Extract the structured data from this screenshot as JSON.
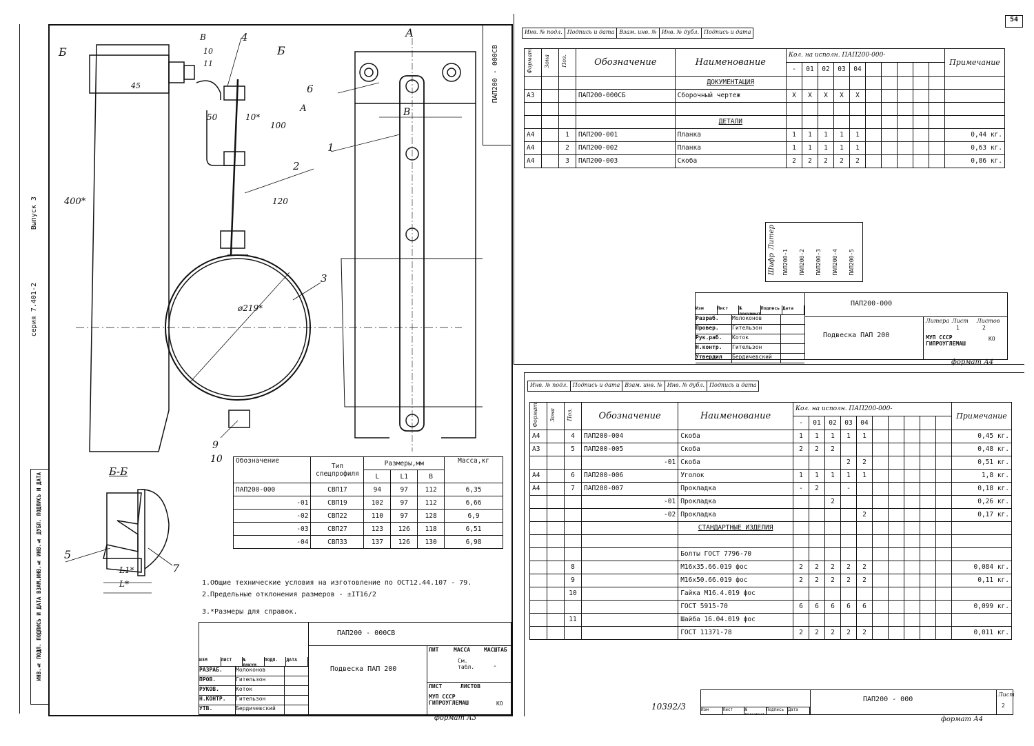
{
  "page_number": "54",
  "left_sheet": {
    "drawing_code": "ПАП200 - 000СВ",
    "series_label": "серия 7.401-2",
    "issue_label": "Выпуск 3",
    "section_label": "Б-Б",
    "view_label_b": "Б",
    "view_label_a": "А",
    "arrow_a": "А",
    "label_b_small": "В",
    "dim_labels": [
      "10",
      "11",
      "45",
      "50",
      "10*",
      "100",
      "400*",
      "120",
      "ø219*",
      "L*",
      "L1*"
    ],
    "callouts": [
      "1",
      "2",
      "3",
      "4",
      "5",
      "6",
      "7",
      "9",
      "10"
    ],
    "size_table": {
      "headers": [
        "Обозначение",
        "Тип спецпрофиля",
        "Размеры,мм",
        "Масса,кг"
      ],
      "sub_headers": [
        "L",
        "L1",
        "В"
      ],
      "rows": [
        [
          "ПАП200-000",
          "СВП17",
          "94",
          "97",
          "112",
          "6,35"
        ],
        [
          "-01",
          "СВП19",
          "102",
          "97",
          "112",
          "6,66"
        ],
        [
          "-02",
          "СВП22",
          "110",
          "97",
          "128",
          "6,9"
        ],
        [
          "-03",
          "СВП27",
          "123",
          "126",
          "118",
          "6,51"
        ],
        [
          "-04",
          "СВП33",
          "137",
          "126",
          "130",
          "6,98"
        ]
      ]
    },
    "notes": [
      "1.Общие технические условия на изготовление по ОСТ12.44.107 - 79.",
      "2.Предельные отклонения размеров - ±IT16/2",
      "3.*Размеры для справок."
    ],
    "stamp": {
      "code": "ПАП200 - 000СВ",
      "title": "Подвеска ПАП 200",
      "mass_label": "МАССА",
      "scale_label": "МАСШТАБ",
      "lit_label": "ЛИТ",
      "see_table": "См. табл.",
      "dash": "-",
      "sheet_label": "ЛИСТ",
      "sheets_label": "ЛИСТОВ",
      "org": "МУП СССР ГИПРОУГЛЕМАШ",
      "org_code": "КО",
      "roles": [
        "РАЗРАБ.",
        "ПРОВ.",
        "РУКОВ.",
        "Н.КОНТР.",
        "УТВ."
      ],
      "names": [
        "Молоконов",
        "Гительзон",
        "Коток",
        "Гительзон",
        "Бердичевский"
      ],
      "head_cells": [
        "ИЗМ",
        "ЛИСТ",
        "№ ДОКУМ.",
        "ПОДП.",
        "ДАТА"
      ]
    },
    "format_label": "формат А3",
    "side_strip": "ИНВ.№ ПОДЛ. ПОДПИСЬ И ДАТА ВЗАМ.ИНВ.№ ИНВ.№ ДУБЛ. ПОДПИСЬ И ДАТА"
  },
  "spec1": {
    "top_strip": [
      "Инв. № подл.",
      "Подпись и дата",
      "Взам. инв. №",
      "Инв. № дубл.",
      "Подпись и дата"
    ],
    "col_headers": [
      "Формат",
      "Зона",
      "Поз.",
      "Обозначение",
      "Наименование",
      "Кол. на исполн. ПАП200-000-",
      "Примечание"
    ],
    "exec_cols": [
      "-",
      "01",
      "02",
      "03",
      "04"
    ],
    "rows": [
      {
        "fmt": "",
        "zone": "",
        "pos": "",
        "code": "",
        "name": "ДОКУМЕНТАЦИЯ",
        "q": [
          "",
          "",
          "",
          "",
          ""
        ],
        "note": "",
        "section": true
      },
      {
        "fmt": "А3",
        "zone": "",
        "pos": "",
        "code": "ПАП200-000СБ",
        "name": "Сборочный чертеж",
        "q": [
          "Х",
          "Х",
          "Х",
          "Х",
          "Х"
        ],
        "note": ""
      },
      {
        "fmt": "",
        "zone": "",
        "pos": "",
        "code": "",
        "name": "",
        "q": [
          "",
          "",
          "",
          "",
          ""
        ],
        "note": ""
      },
      {
        "fmt": "",
        "zone": "",
        "pos": "",
        "code": "",
        "name": "ДЕТАЛИ",
        "q": [
          "",
          "",
          "",
          "",
          ""
        ],
        "note": "",
        "section": true
      },
      {
        "fmt": "А4",
        "zone": "",
        "pos": "1",
        "code": "ПАП200-001",
        "name": "Планка",
        "q": [
          "1",
          "1",
          "1",
          "1",
          "1"
        ],
        "note": "0,44 кг."
      },
      {
        "fmt": "А4",
        "zone": "",
        "pos": "2",
        "code": "ПАП200-002",
        "name": "Планка",
        "q": [
          "1",
          "1",
          "1",
          "1",
          "1"
        ],
        "note": "0,63 кг."
      },
      {
        "fmt": "А4",
        "zone": "",
        "pos": "3",
        "code": "ПАП200-003",
        "name": "Скоба",
        "q": [
          "2",
          "2",
          "2",
          "2",
          "2"
        ],
        "note": "0,86 кг."
      }
    ],
    "shifr_label": "Шифр",
    "litera_label": "Литер",
    "shifr_cols": [
      "ПАП200-1",
      "ПАП200-2",
      "ПАП200-3",
      "ПАП200-4",
      "ПАП200-5"
    ],
    "stamp": {
      "code": "ПАП200-000",
      "title": "Подвеска ПАП 200",
      "head_cells": [
        "Изм",
        "Лист",
        "№ документ.",
        "Подпись",
        "Дата"
      ],
      "roles": [
        "Разраб.",
        "Провер.",
        "Рук.раб.",
        "Н.контр.",
        "Утвердил"
      ],
      "names": [
        "Молоконов",
        "Гительзон",
        "Коток",
        "Гительзон",
        "Бердичевский"
      ],
      "lit_head": [
        "Литера",
        "Лист",
        "Листов"
      ],
      "lit_vals": [
        "",
        "1",
        "2"
      ],
      "org": "МУП СССР ГИПРОУГЛЕМАШ",
      "org_code": "КО"
    },
    "format_label": "формат А4"
  },
  "spec2": {
    "top_strip": [
      "Инв. № подл.",
      "Подпись и дата",
      "Взам. инв. №",
      "Инв. № дубл.",
      "Подпись и дата"
    ],
    "col_headers": [
      "Формат",
      "Зона",
      "Поз.",
      "Обозначение",
      "Наименование",
      "Кол. на исполн. ПАП200-000-",
      "Примечание"
    ],
    "exec_cols": [
      "-",
      "01",
      "02",
      "03",
      "04"
    ],
    "rows": [
      {
        "fmt": "А4",
        "zone": "",
        "pos": "4",
        "code": "ПАП200-004",
        "name": "Скоба",
        "q": [
          "1",
          "1",
          "1",
          "1",
          "1"
        ],
        "note": "0,45 кг."
      },
      {
        "fmt": "А3",
        "zone": "",
        "pos": "5",
        "code": "ПАП200-005",
        "name": "Скоба",
        "q": [
          "2",
          "2",
          "2",
          "",
          ""
        ],
        "note": "0,48 кг."
      },
      {
        "fmt": "",
        "zone": "",
        "pos": "",
        "code": "-01",
        "name": "Скоба",
        "q": [
          "",
          "",
          "",
          "2",
          "2"
        ],
        "note": "0,51 кг."
      },
      {
        "fmt": "А4",
        "zone": "",
        "pos": "6",
        "code": "ПАП200-006",
        "name": "Уголок",
        "q": [
          "1",
          "1",
          "1",
          "1",
          "1"
        ],
        "note": "1,8 кг."
      },
      {
        "fmt": "А4",
        "zone": "",
        "pos": "7",
        "code": "ПАП200-007",
        "name": "Прокладка",
        "q": [
          "-",
          "2",
          "",
          "-",
          ""
        ],
        "note": "0,18 кг."
      },
      {
        "fmt": "",
        "zone": "",
        "pos": "",
        "code": "-01",
        "name": "Прокладка",
        "q": [
          "",
          "",
          "2",
          "",
          ""
        ],
        "note": "0,26 кг."
      },
      {
        "fmt": "",
        "zone": "",
        "pos": "",
        "code": "-02",
        "name": "Прокладка",
        "q": [
          "",
          "",
          "",
          "",
          "2"
        ],
        "note": "0,17 кг."
      },
      {
        "fmt": "",
        "zone": "",
        "pos": "",
        "code": "",
        "name": "СТАНДАРТНЫЕ ИЗДЕЛИЯ",
        "q": [
          "",
          "",
          "",
          "",
          ""
        ],
        "note": "",
        "section": true
      },
      {
        "fmt": "",
        "zone": "",
        "pos": "",
        "code": "",
        "name": "",
        "q": [
          "",
          "",
          "",
          "",
          ""
        ],
        "note": ""
      },
      {
        "fmt": "",
        "zone": "",
        "pos": "",
        "code": "",
        "name": "Болты ГОСТ 7796-70",
        "q": [
          "",
          "",
          "",
          "",
          ""
        ],
        "note": ""
      },
      {
        "fmt": "",
        "zone": "",
        "pos": "8",
        "code": "",
        "name": "М16х35.66.019 фос",
        "q": [
          "2",
          "2",
          "2",
          "2",
          "2"
        ],
        "note": "0,084 кг."
      },
      {
        "fmt": "",
        "zone": "",
        "pos": "9",
        "code": "",
        "name": "М16х50.66.019 фос",
        "q": [
          "2",
          "2",
          "2",
          "2",
          "2"
        ],
        "note": "0,11 кг."
      },
      {
        "fmt": "",
        "zone": "",
        "pos": "10",
        "code": "",
        "name": "Гайка М16.4.019 фос",
        "q": [
          "",
          "",
          "",
          "",
          ""
        ],
        "note": ""
      },
      {
        "fmt": "",
        "zone": "",
        "pos": "",
        "code": "",
        "name": "ГОСТ 5915-70",
        "q": [
          "6",
          "6",
          "6",
          "6",
          "6"
        ],
        "note": "0,099 кг."
      },
      {
        "fmt": "",
        "zone": "",
        "pos": "11",
        "code": "",
        "name": "Шайба 16.04.019 фос",
        "q": [
          "",
          "",
          "",
          "",
          ""
        ],
        "note": ""
      },
      {
        "fmt": "",
        "zone": "",
        "pos": "",
        "code": "",
        "name": "ГОСТ 11371-78",
        "q": [
          "2",
          "2",
          "2",
          "2",
          "2"
        ],
        "note": "0,011 кг."
      }
    ],
    "stamp": {
      "code": "ПАП200 - 000",
      "sheet_label": "Лист",
      "sheet_no": "2",
      "head_cells": [
        "Изм",
        "Лист",
        "№ документ.",
        "Подпись",
        "Дата"
      ]
    },
    "archive_no": "10392/3",
    "format_label": "формат А4"
  }
}
